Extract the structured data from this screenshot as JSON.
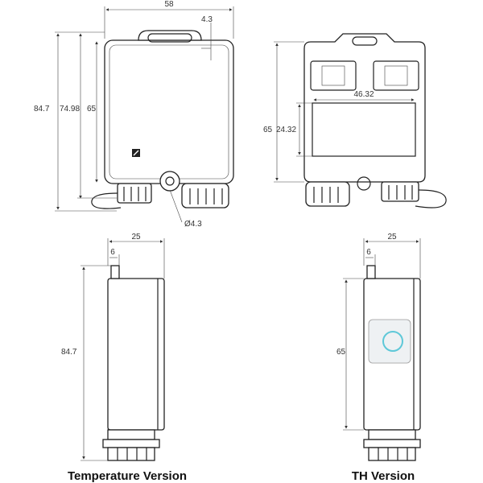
{
  "colors": {
    "line": "#222222",
    "dimension": "#444444",
    "sensor_ring": "#5ec8d8",
    "window": "#eef1f3"
  },
  "top_left": {
    "width": "58",
    "offset": "4.3",
    "height_total": "84.7",
    "height_mid": "74.98",
    "height_body": "65",
    "hole_dia": "Ø4.3"
  },
  "top_right": {
    "height_body": "65",
    "window_width": "46.32",
    "window_height": "24.32"
  },
  "bottom_left": {
    "depth": "25",
    "tab": "6",
    "height": "84.7",
    "caption": "Temperature Version"
  },
  "bottom_right": {
    "depth": "25",
    "tab": "6",
    "height": "65",
    "caption": "TH Version"
  },
  "icons": {
    "logo": "brand-mark-icon",
    "sensor": "sensor-ring-icon"
  }
}
